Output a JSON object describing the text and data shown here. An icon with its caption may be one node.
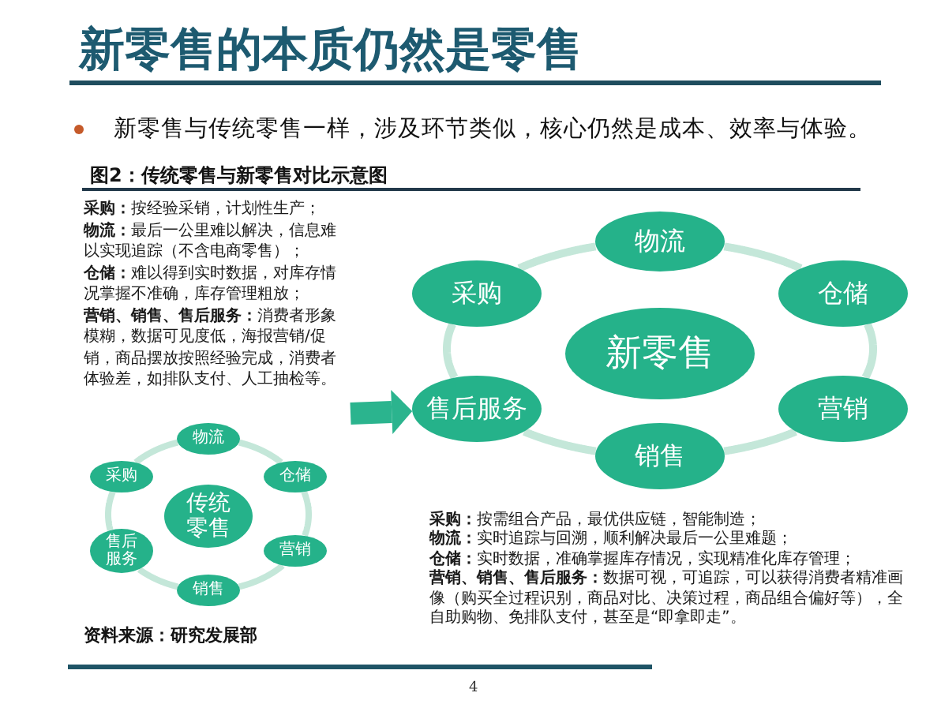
{
  "diagram": {
    "title": "新零售的本质仍然是零售",
    "nodes": [
      {
        "text": [
          "传统零售"
        ]
      },
      {
        "text": [
          "物流"
        ]
      },
      {
        "text": [
          "仓储"
        ]
      },
      {
        "text": [
          "营销"
        ]
      },
      {
        "text": [
          "销售"
        ]
      },
      {
        "text": [
          "售后服务"
        ]
      },
      {
        "text": [
          "采购"
        ]
      },
      {
        "text": [
          "新零售"
        ]
      },
      {
        "text": [
          "物流"
        ]
      },
      {
        "text": [
          "仓储"
        ]
      },
      {
        "text": [
          "营销"
        ]
      },
      {
        "text": [
          "销售"
        ]
      },
      {
        "text": [
          "售后服务"
        ]
      },
      {
        "text": [
          "采购"
        ]
      }
    ],
    "edges": [
      {
        "from": 1,
        "to": 2,
        "arrow": "none"
      },
      {
        "from": 2,
        "to": 3,
        "arrow": "none"
      },
      {
        "from": 3,
        "to": 4,
        "arrow": "none"
      },
      {
        "from": 4,
        "to": 5,
        "arrow": "none"
      },
      {
        "from": 5,
        "to": 6,
        "arrow": "none"
      },
      {
        "from": 6,
        "to": 1,
        "arrow": "none"
      },
      {
        "from": 8,
        "to": 9,
        "arrow": "none"
      },
      {
        "from": 9,
        "to": 10,
        "arrow": "none"
      },
      {
        "from": 10,
        "to": 11,
        "arrow": "none"
      },
      {
        "from": 11,
        "to": 12,
        "arrow": "none"
      },
      {
        "from": 12,
        "to": 13,
        "arrow": "none"
      },
      {
        "from": 13,
        "to": 8,
        "arrow": "none"
      },
      {
        "from": null,
        "to": 12,
        "arrow": "to",
        "style": "thick",
        "color": "#2bb48e"
      }
    ],
    "labels": [
      "新零售与传统零售一样，涉及环节类似，核心仍然是成本、效率与体验。",
      "图2：传统零售与新零售对比示意图",
      "**采购：**按经验采销，计划性生产；",
      "**物流：**最后一公里难以解决，信息难以实现追踪（不含电商零售）；",
      "**仓储：**难以得到实时数据，对库存情况掌握不准确，库存管理粗放；",
      "**营销、销售、售后服务：**消费者形象模糊，数据可见度低，海报营销/促销，商品摆放按照经验完成，消费者体验差，如排队支付、人工抽检等。",
      "**采购：**按需组合产品，最优供应链，智能制造；",
      "**物流：**实时追踪与回溯，顺利解决最后一公里难题；",
      "**仓储：**实时数据，准确掌握库存情况，实现精准化库存管理；",
      "**营销、销售、售后服务：**数据可视，可追踪，可以获得消费者精准画像（购买全过程识别，商品对比、决策过程，商品组合偏好等），全自助购物、免排队支付，甚至是“即拿即走”。",
      "资料来源：研究发展部",
      "4"
    ]
  }
}
